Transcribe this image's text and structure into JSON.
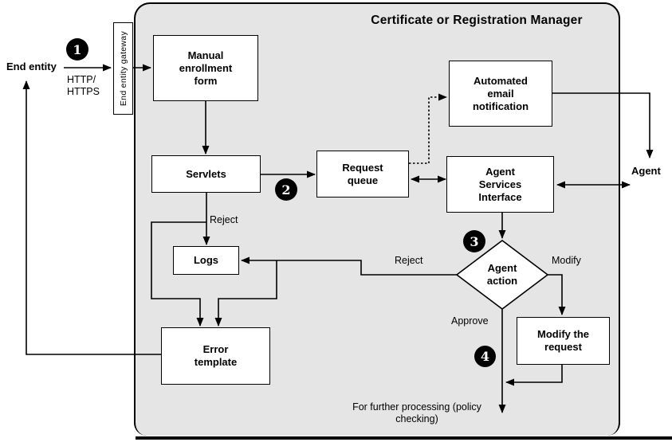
{
  "title": "Certificate or Registration Manager",
  "nodes": {
    "end_entity": "End entity",
    "gateway": "End entity gateway",
    "manual_form": "Manual\nenrollment\nform",
    "servlets": "Servlets",
    "request_queue": "Request\nqueue",
    "auto_email": "Automated\nemail\nnotification",
    "agent_services": "Agent\nServices\nInterface",
    "logs": "Logs",
    "agent_action": "Agent\naction",
    "modify_request": "Modify the\nrequest",
    "error_template": "Error\ntemplate",
    "agent": "Agent"
  },
  "labels": {
    "protocol": "HTTP/\nHTTPS",
    "reject_servlets": "Reject",
    "reject_agent": "Reject",
    "modify": "Modify",
    "approve": "Approve",
    "further_processing": "For further processing (policy\nchecking)"
  },
  "steps": {
    "one": "1",
    "two": "2",
    "three": "3",
    "four": "4"
  },
  "colors": {
    "panel_bg": "#e5e5e5",
    "box_bg": "#ffffff",
    "line": "#000000"
  }
}
